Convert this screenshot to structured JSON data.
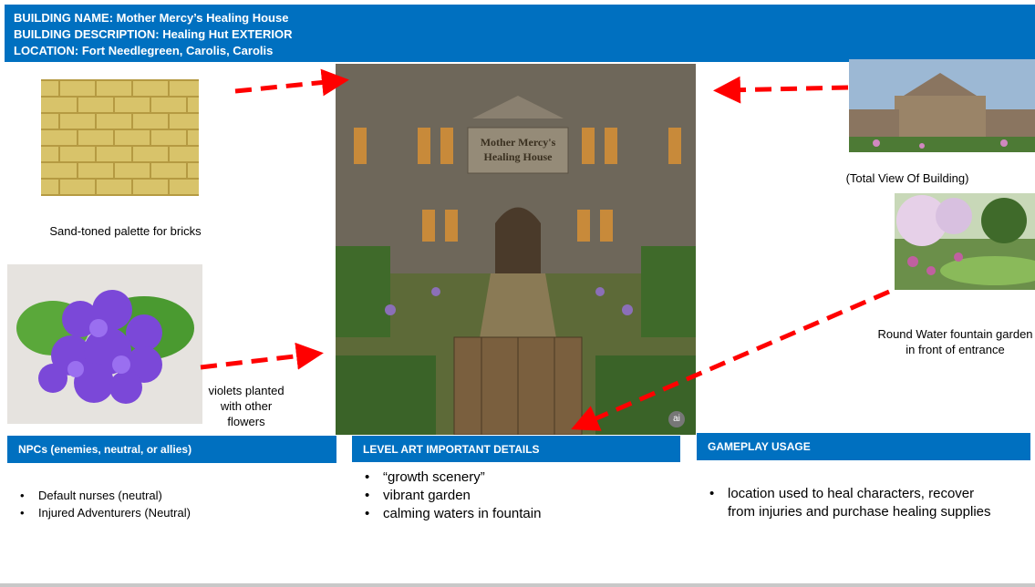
{
  "header": {
    "building_name": "BUILDING NAME: Mother Mercy’s Healing House",
    "building_description": "BUILDING DESCRIPTION: Healing Hut EXTERIOR",
    "location": "LOCATION: Fort Needlegreen, Carolis, Carolis"
  },
  "images": {
    "main_sign": "Mother Mercy's Healing House",
    "main_badge": "ai"
  },
  "captions": {
    "bricks": "Sand-toned palette for bricks",
    "violets": "violets planted with other flowers",
    "total_view": "(Total View Of Building)",
    "fountain": "Round Water fountain garden in front of entrance"
  },
  "sections": {
    "npcs": {
      "title": "NPCs (enemies, neutral, or allies)",
      "items": [
        "Default nurses (neutral)",
        "Injured Adventurers (Neutral)"
      ]
    },
    "level_art": {
      "title": "LEVEL ART IMPORTANT DETAILS",
      "items": [
        "“growth scenery”",
        "vibrant garden",
        "calming waters in fountain"
      ]
    },
    "gameplay": {
      "title": "GAMEPLAY USAGE",
      "items": [
        "location used to heal characters, recover from injuries and purchase healing supplies"
      ]
    }
  },
  "colors": {
    "accent": "#0070c0",
    "arrow": "#ff0000"
  }
}
